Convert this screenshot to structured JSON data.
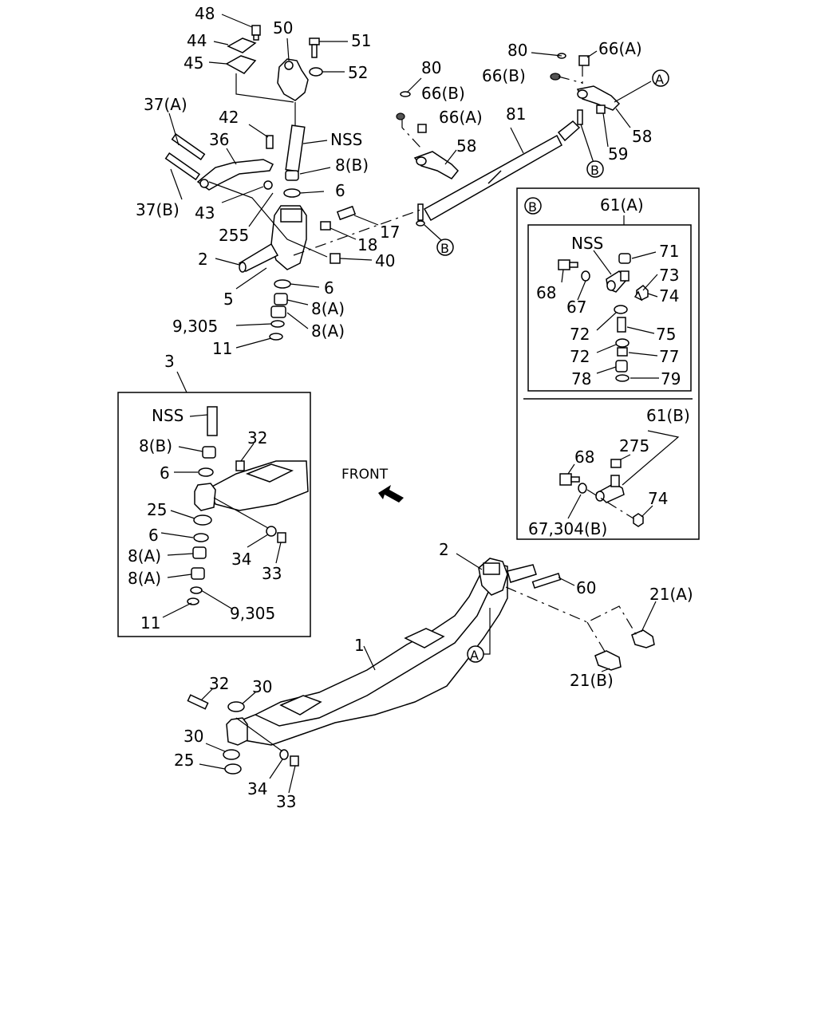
{
  "labels": {
    "p48": "48",
    "p44": "44",
    "p45": "45",
    "p50": "50",
    "p51": "51",
    "p52": "52",
    "p37a": "37(A)",
    "p42": "42",
    "p36": "36",
    "nss_top": "NSS",
    "p8b_top": "8(B)",
    "p37b": "37(B)",
    "p43": "43",
    "p6_top": "6",
    "p255": "255",
    "p17": "17",
    "p18": "18",
    "p2_top": "2",
    "p40": "40",
    "p5": "5",
    "p6_mid": "6",
    "p8a_1": "8(A)",
    "p9_305_top": "9,305",
    "p8a_2": "8(A)",
    "p11_top": "11",
    "p80_left": "80",
    "p66b_left": "66(B)",
    "p66a_left": "66(A)",
    "p81": "81",
    "p58_left": "58",
    "p80_right": "80",
    "p66a_right": "66(A)",
    "p66b_right": "66(B)",
    "p58_right": "58",
    "p59": "59",
    "ref_a": "A",
    "ref_b": "B",
    "box3": "3",
    "nss_box3": "NSS",
    "p8b_box3": "8(B)",
    "p32_box3": "32",
    "p6_box3_a": "6",
    "p25_box3": "25",
    "p6_box3_b": "6",
    "p8a_box3_a": "8(A)",
    "p8a_box3_b": "8(A)",
    "p34_box3": "34",
    "p33_box3": "33",
    "p11_box3": "11",
    "p9_305_box3": "9,305",
    "front": "FRONT",
    "p61a": "61(A)",
    "nss_61a": "NSS",
    "p71": "71",
    "p68_61a": "68",
    "p73": "73",
    "p67": "67",
    "p74_61a": "74",
    "p72_a": "72",
    "p75": "75",
    "p72_b": "72",
    "p77": "77",
    "p78": "78",
    "p79": "79",
    "p61b": "61(B)",
    "p275": "275",
    "p68_61b": "68",
    "p74_61b": "74",
    "p67_304b": "67,304(B)",
    "p2_bottom": "2",
    "p60": "60",
    "p21a": "21(A)",
    "p21b": "21(B)",
    "p1": "1",
    "p32_bottom": "32",
    "p30_a": "30",
    "p30_b": "30",
    "p25_bottom": "25",
    "p34_bottom": "34",
    "p33_bottom": "33"
  }
}
